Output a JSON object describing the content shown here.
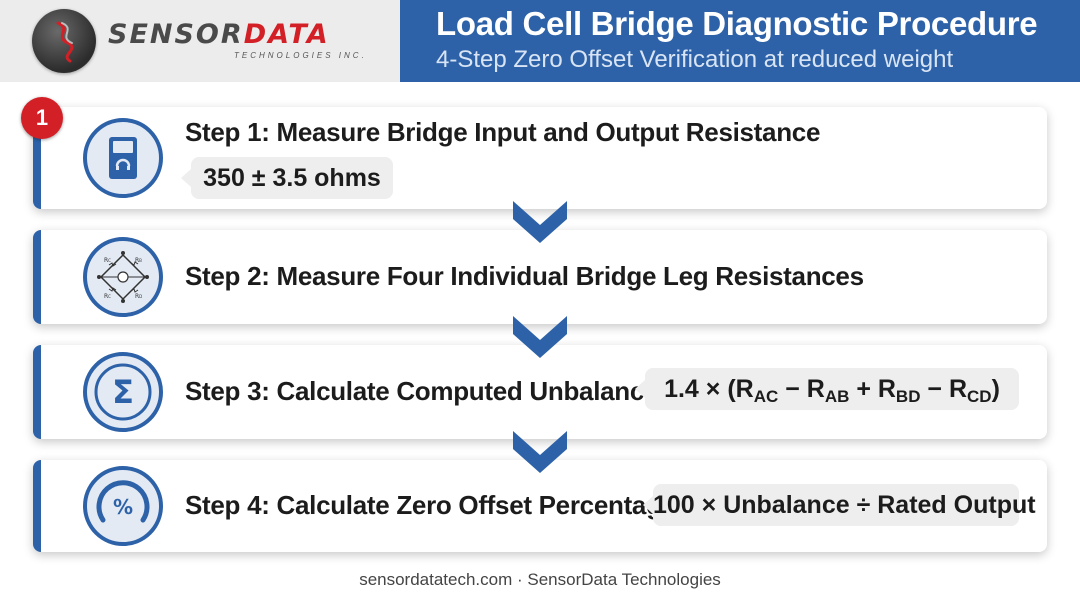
{
  "header": {
    "logo_word_1": "SENSOR",
    "logo_word_2": "DATA",
    "logo_subtitle": "TECHNOLOGIES INC.",
    "title": "Load Cell Bridge Diagnostic Procedure",
    "subtitle": "4-Step Zero Offset Verification at reduced weight"
  },
  "colors": {
    "brand_blue": "#2d62a8",
    "brand_red": "#d32027",
    "pill_grey": "#eeeeee"
  },
  "badge": {
    "number": "1"
  },
  "steps": [
    {
      "title": "Step 1: Measure Bridge Input and Output Resistance",
      "value": "350 ± 3.5 ohms",
      "icon": "multimeter-icon"
    },
    {
      "title": "Step 2: Measure Four Individual Bridge Leg Resistances",
      "icon": "bridge-circuit-icon",
      "circuit_labels": [
        "R",
        "C",
        "R",
        "B",
        "R",
        "C",
        "R",
        "D"
      ]
    },
    {
      "title": "Step 3: Calculate Computed Unbalance",
      "formula": {
        "prefix": "1.4 × (R",
        "s1": "AC",
        "t1": " − R",
        "s2": "AB",
        "t2": " + R",
        "s3": "BD",
        "t3": " − R",
        "s4": "CD",
        "suffix": ")"
      },
      "icon": "sigma-icon"
    },
    {
      "title": "Step 4: Calculate Zero Offset Percentage",
      "formula": "100 × Unbalance ÷ Rated Output",
      "icon": "percent-gauge-icon"
    }
  ],
  "footer": "sensordatatech.com · SensorData Technologies"
}
